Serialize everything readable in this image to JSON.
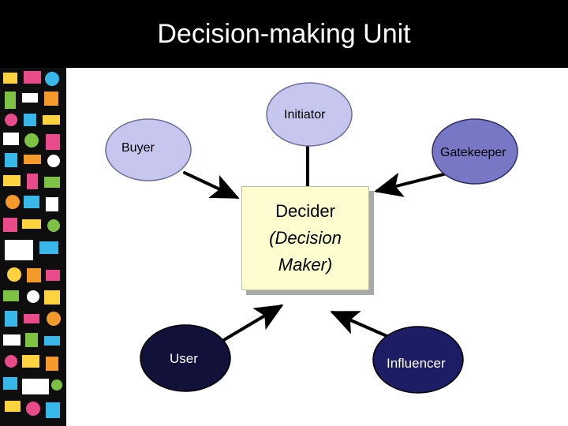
{
  "header": {
    "title": "Decision-making Unit"
  },
  "diagram": {
    "center": {
      "line1": "Decider",
      "line2": "(Decision",
      "line3": "Maker)"
    },
    "nodes": {
      "initiator": {
        "label": "Initiator"
      },
      "buyer": {
        "label": "Buyer"
      },
      "gatekeeper": {
        "label": "Gatekeeper"
      },
      "user": {
        "label": "User"
      },
      "influencer": {
        "label": "Influencer"
      }
    }
  },
  "colors": {
    "header_bg": "#000000",
    "light_node": "#c6c6ee",
    "dark_node": "#11113a",
    "center_fill": "#fdfdd0",
    "arrow": "#000000"
  }
}
